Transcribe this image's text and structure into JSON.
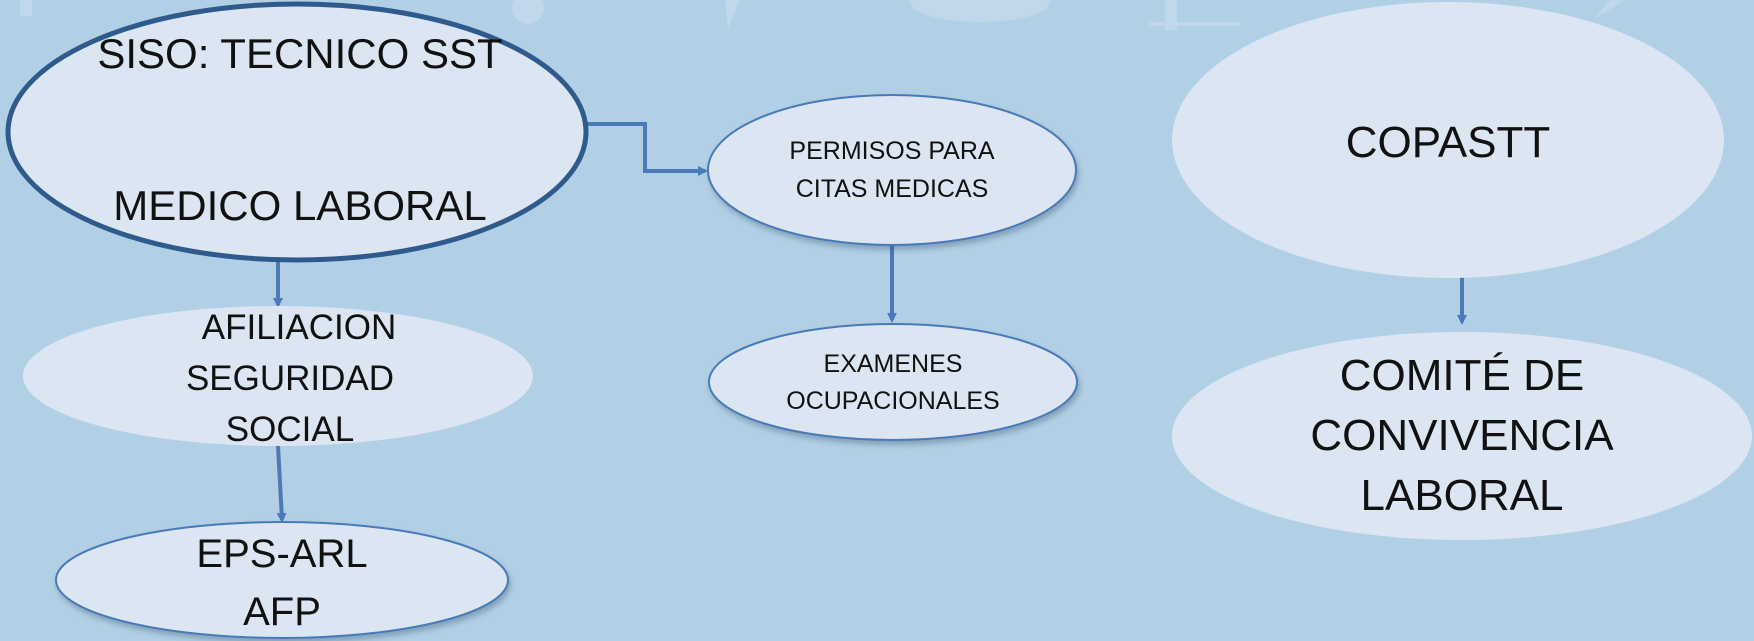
{
  "diagram": {
    "background": "#b2d0e5",
    "node_fill": "#dbe6f2",
    "edge_color": "#4a7ab8",
    "nodes": {
      "siso": {
        "line1": "SISO: TECNICO SST",
        "line2": "MEDICO LABORAL"
      },
      "afiliacion": {
        "line1": "AFILIACION",
        "line2": "SEGURIDAD",
        "line3": "SOCIAL"
      },
      "eps": {
        "line1": "EPS-ARL",
        "line2": "AFP"
      },
      "permisos": {
        "line1": "PERMISOS PARA",
        "line2": "CITAS MEDICAS"
      },
      "examenes": {
        "line1": "EXAMENES",
        "line2": "OCUPACIONALES"
      },
      "copastt": {
        "line1": "COPASTT"
      },
      "comite": {
        "line1": "COMITÉ DE",
        "line2": "CONVIVENCIA",
        "line3": "LABORAL"
      }
    },
    "edges": [
      {
        "from": "siso",
        "to": "permisos"
      },
      {
        "from": "siso",
        "to": "afiliacion"
      },
      {
        "from": "afiliacion",
        "to": "eps"
      },
      {
        "from": "permisos",
        "to": "examenes"
      },
      {
        "from": "copastt",
        "to": "comite"
      }
    ]
  }
}
